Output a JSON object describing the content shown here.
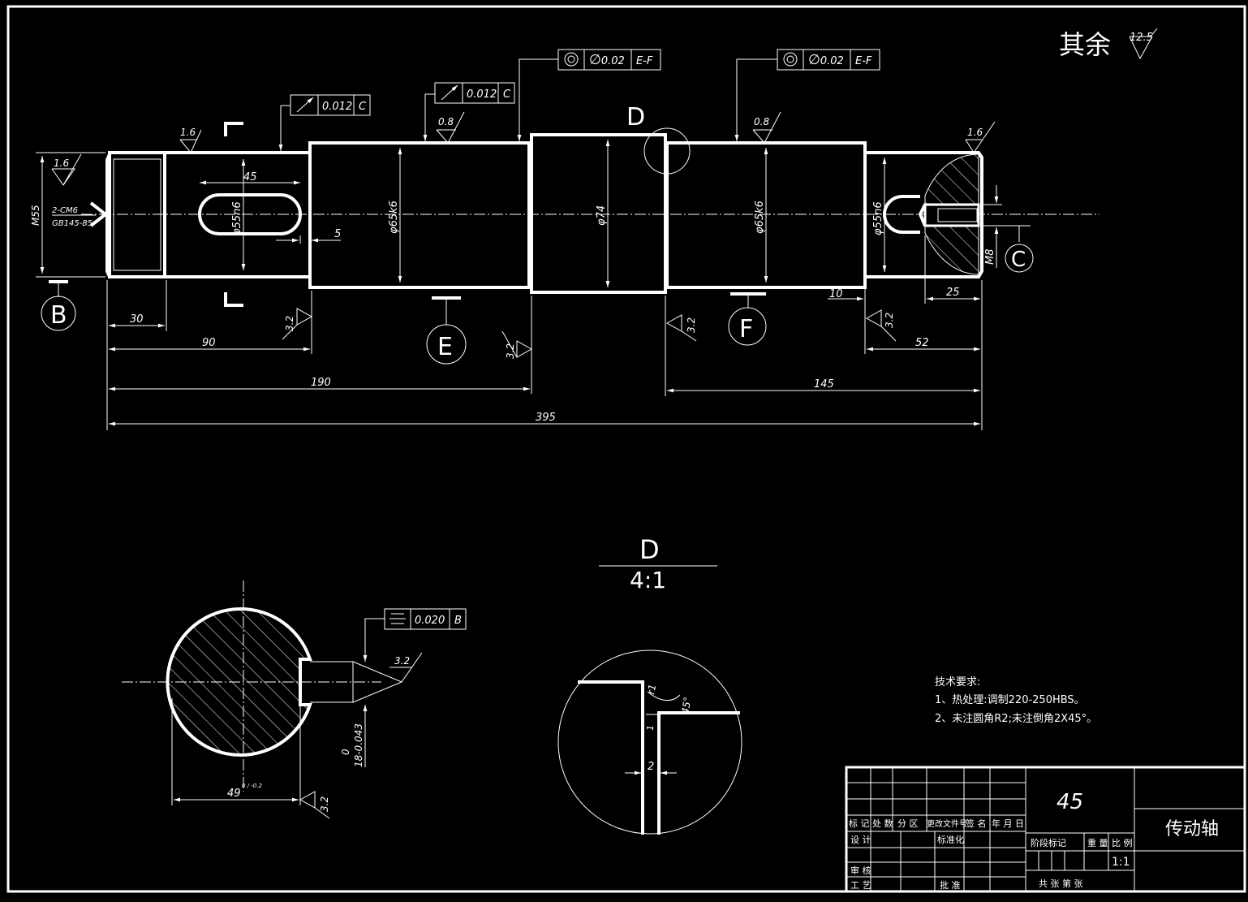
{
  "surface_note": {
    "label": "其余",
    "value": "12.5"
  },
  "roughness": {
    "r1_6": "1.6",
    "r0_8": "0.8",
    "r3_2": "3.2"
  },
  "fcf": {
    "runout_012": "0.012",
    "datum_c": "C",
    "dia_002": "0.02",
    "datum_ef": "E-F",
    "sym_020": "0.020",
    "datum_b": "B"
  },
  "datums": {
    "b": "B",
    "c": "C",
    "e": "E",
    "f": "F",
    "d": "D"
  },
  "dims": {
    "m55": "M55",
    "cm6": "2-CM6",
    "gb": "GB145-85",
    "d55n6_a": "φ55n6",
    "d65k6_a": "φ65k6",
    "d74": "φ74",
    "d65k6_b": "φ65k6",
    "d55n6_b": "φ55n6",
    "m8": "M8",
    "k45": "45",
    "k5": "5",
    "d10": "10",
    "d25": "25",
    "d30": "30",
    "d90": "90",
    "d190": "190",
    "d145": "145",
    "d52": "52",
    "d395": "395"
  },
  "section": {
    "dim49": "49",
    "dim49_tol": "0 / -0.2",
    "dim18a": "0",
    "dim18b": "18-0.043"
  },
  "detail": {
    "title": "D",
    "scale": "4:1",
    "r1": "r1",
    "a45": "45°",
    "l1": "1",
    "w2": "2"
  },
  "notes": {
    "title": "技术要求:",
    "line1": "1、热处理:调制220-250HBS。",
    "line2": "2、未注圆角R2;未注倒角2X45°。"
  },
  "title_block": {
    "material": "45",
    "part_name": "传动轴",
    "h_mark": "标 记",
    "h_count": "处 数",
    "h_zone": "分 区",
    "h_docno": "更改文件号",
    "h_sign": "签 名",
    "h_date": "年 月 日",
    "h_design": "设 计",
    "h_std": "标准化",
    "h_stage": "阶段标记",
    "h_weight": "重 量",
    "h_scale": "比 例",
    "scale": "1:1",
    "h_review": "审 核",
    "h_process": "工 艺",
    "h_approve": "批 准",
    "sheets": "共  张  第  张"
  }
}
